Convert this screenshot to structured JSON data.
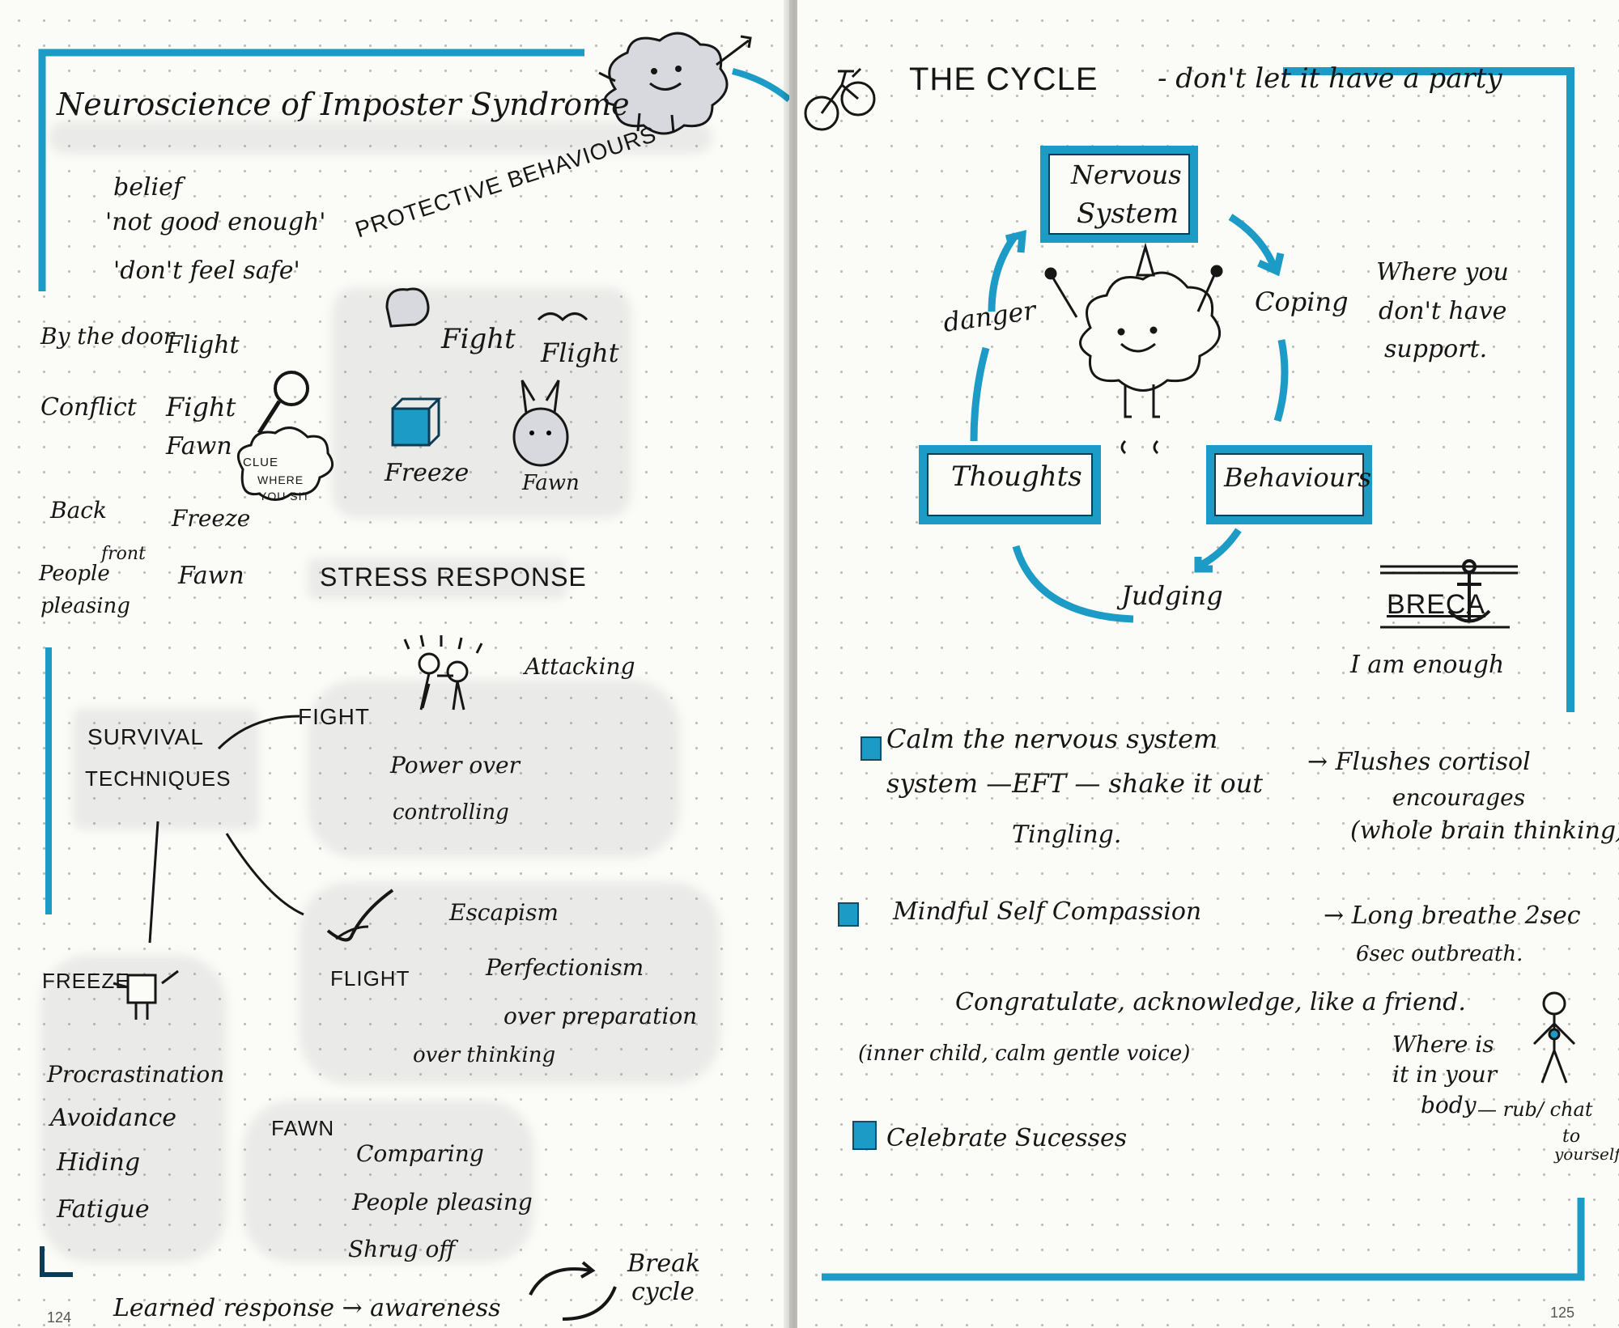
{
  "colors": {
    "accent": "#1c9bc6",
    "ink": "#161616",
    "paper": "#fbfbf8"
  },
  "left": {
    "title": "Neuroscience of Imposter Syndrome",
    "belief": {
      "line1": "belief",
      "line2": "'not good enough'",
      "line3": "'don't feel safe'"
    },
    "protective_title": "PROTECTIVE BEHAVIOURS",
    "pb_labels": {
      "fight": "Fight",
      "flight": "Flight",
      "freeze": "Freeze",
      "fawn": "Fawn"
    },
    "clue_bubble": {
      "l1": "CLUE",
      "l2": "WHERE",
      "l3": "YOU SIT"
    },
    "seating": [
      {
        "place": "By the door",
        "response": "Flight"
      },
      {
        "place": "Conflict",
        "response": "Fight"
      },
      {
        "place": "",
        "response": "Fawn"
      },
      {
        "place": "Back",
        "response": "Freeze"
      },
      {
        "place": "front",
        "response": ""
      },
      {
        "place": "People",
        "response": "Fawn"
      },
      {
        "place": "pleasing",
        "response": ""
      }
    ],
    "stress_response": "STRESS RESPONSE",
    "survival": {
      "l1": "SURVIVAL",
      "l2": "TECHNIQUES"
    },
    "fight": {
      "label": "FIGHT",
      "attacking": "Attacking",
      "power": "Power over",
      "controlling": "controlling"
    },
    "flight": {
      "label": "FLIGHT",
      "escapism": "Escapism",
      "perfectionism": "Perfectionism",
      "over_preparation": "over preparation",
      "over_thinking": "over thinking"
    },
    "freeze": {
      "label": "FREEZE",
      "items": [
        "Procrastination",
        "Avoidance",
        "Hiding",
        "Fatigue"
      ]
    },
    "fawn": {
      "label": "FAWN",
      "items": [
        "Comparing",
        "People pleasing",
        "Shrug off"
      ]
    },
    "learned": "Learned response → awareness",
    "break_cycle": {
      "l1": "Break",
      "l2": "cycle"
    },
    "page_number": "124"
  },
  "right": {
    "title": "THE CYCLE",
    "subtitle": "- don't let it have a party",
    "cycle": {
      "nervous": {
        "l1": "Nervous",
        "l2": "System"
      },
      "thoughts": "Thoughts",
      "behaviours": "Behaviours",
      "danger": "danger",
      "coping": "Coping",
      "judging": "Judging"
    },
    "support_note": {
      "l1": "Where you",
      "l2": "don't have",
      "l3": "support."
    },
    "breca": "BRECA",
    "i_am_enough": "I am enough",
    "bullets": {
      "calm": {
        "l1": "Calm the nervous system",
        "l2": "system —EFT — shake it out",
        "arrow": "→ Flushes cortisol",
        "encourages": "encourages",
        "whole": "(whole brain thinking)",
        "tingling": "Tingling."
      },
      "mindful": {
        "l1": "Mindful Self Compassion",
        "arrow": "→ Long breathe 2sec",
        "outbreath": "6sec outbreath.",
        "congratulate": "Congratulate, acknowledge, like a friend.",
        "inner": "(inner child, calm gentle voice)",
        "where1": "Where is",
        "where2": "it in your",
        "where3": "body",
        "rub": "— rub/ chat",
        "to": "to",
        "yourself": "yourself"
      },
      "celebrate": "Celebrate Sucesses"
    },
    "page_number": "125"
  }
}
